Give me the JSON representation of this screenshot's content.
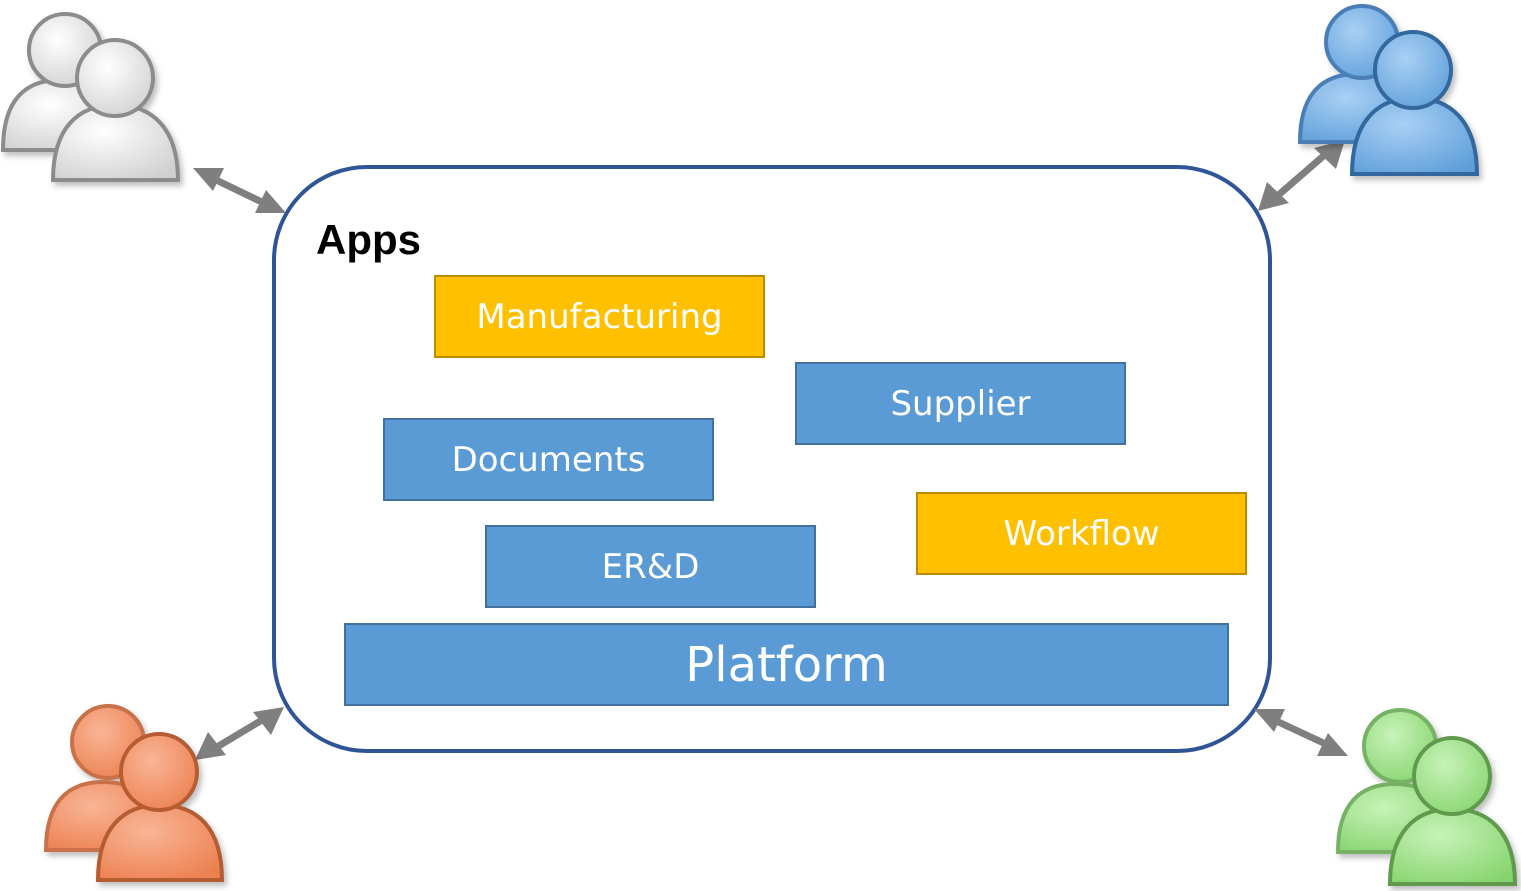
{
  "diagram": {
    "title": "Apps",
    "boxes": [
      {
        "id": "manufacturing",
        "label": "Manufacturing",
        "style": "gold"
      },
      {
        "id": "supplier",
        "label": "Supplier",
        "style": "blue"
      },
      {
        "id": "documents",
        "label": "Documents",
        "style": "blue"
      },
      {
        "id": "workflow",
        "label": "Workflow",
        "style": "gold"
      },
      {
        "id": "erd",
        "label": "ER&D",
        "style": "blue"
      },
      {
        "id": "platform",
        "label": "Platform",
        "style": "blue"
      }
    ],
    "colors": {
      "frame_border": "#2f5597",
      "blue_fill": "#5b9bd5",
      "blue_border": "#41719c",
      "gold_fill": "#ffc000",
      "gold_border": "#bc8c00",
      "arrow": "#7f7f7f",
      "user_gray": "#d9d9d9",
      "user_blue": "#6fa8dc",
      "user_orange": "#f08a5b",
      "user_green": "#8fd97a"
    },
    "user_groups": [
      {
        "id": "top-left",
        "color_name": "gray",
        "icon": "users-icon"
      },
      {
        "id": "top-right",
        "color_name": "blue",
        "icon": "users-icon"
      },
      {
        "id": "bottom-left",
        "color_name": "orange",
        "icon": "users-icon"
      },
      {
        "id": "bottom-right",
        "color_name": "green",
        "icon": "users-icon"
      }
    ]
  }
}
